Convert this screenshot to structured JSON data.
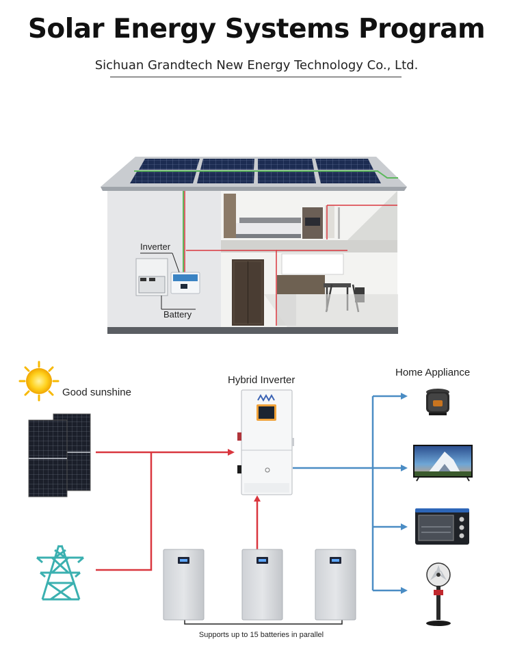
{
  "header": {
    "title": "Solar Energy Systems Program",
    "subtitle": "Sichuan Grandtech New Energy Technology Co., Ltd."
  },
  "house": {
    "inverter_label": "Inverter",
    "battery_label": "Battery"
  },
  "diagram": {
    "sunshine_label": "Good sunshine",
    "hybrid_inverter_label": "Hybrid Inverter",
    "home_appliance_label": "Home Appliance",
    "batteries_note": "Supports up to 15 batteries in parallel"
  },
  "colors": {
    "dc_line": "#d9363e",
    "ac_line": "#4a8cc4",
    "pv_line": "#5cb85c",
    "tower": "#3bb0b0"
  }
}
